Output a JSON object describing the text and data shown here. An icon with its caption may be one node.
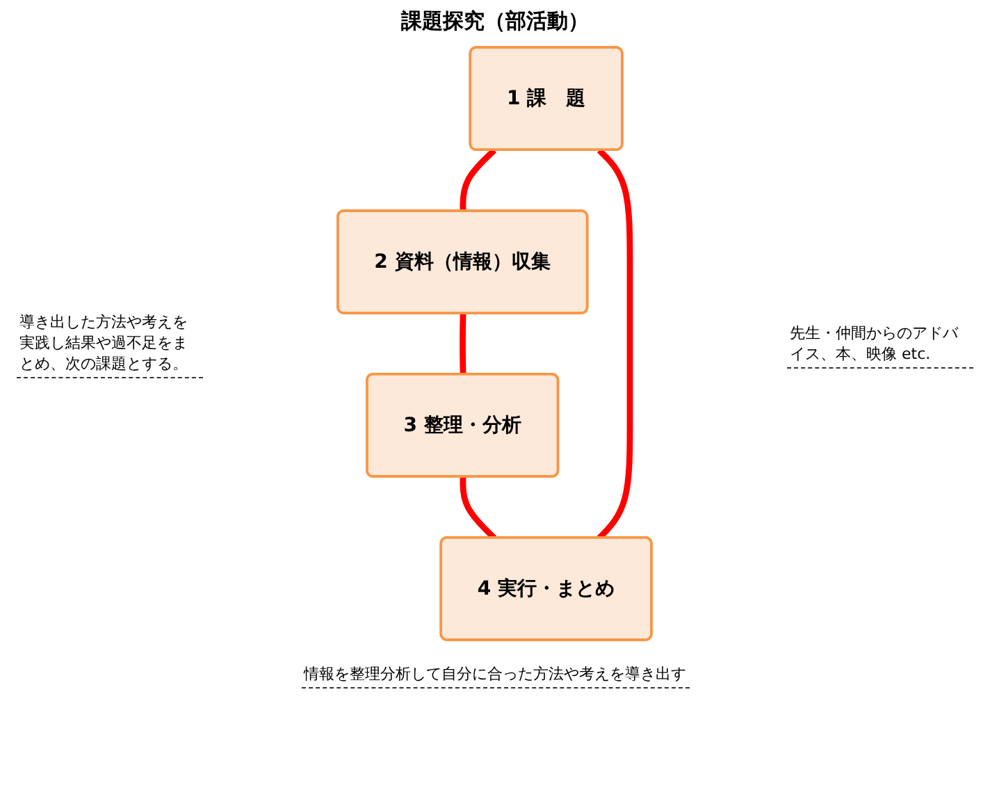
{
  "diagram": {
    "title": "課題探究（部活動）",
    "nodes": [
      {
        "text": [
          "1 課　題"
        ]
      },
      {
        "text": [
          "2 資料（情報）収集"
        ]
      },
      {
        "text": [
          "3 整理・分析"
        ]
      },
      {
        "text": [
          "4 実行・まとめ"
        ]
      }
    ],
    "edges": [
      {
        "from": 0,
        "to": 1,
        "arrow": "none"
      },
      {
        "from": 1,
        "to": 2,
        "arrow": "none"
      },
      {
        "from": 2,
        "to": 3,
        "arrow": "none"
      },
      {
        "from": 3,
        "to": 0,
        "arrow": "none"
      }
    ],
    "labels": [
      "導き出した方法や考えを実践し結果や過不足をまとめ、次の課題とする。",
      "先生・仲間からのアドバイス、本、映像 etc.",
      "情報を整理分析して自分に合った方法や考えを導き出す"
    ]
  }
}
